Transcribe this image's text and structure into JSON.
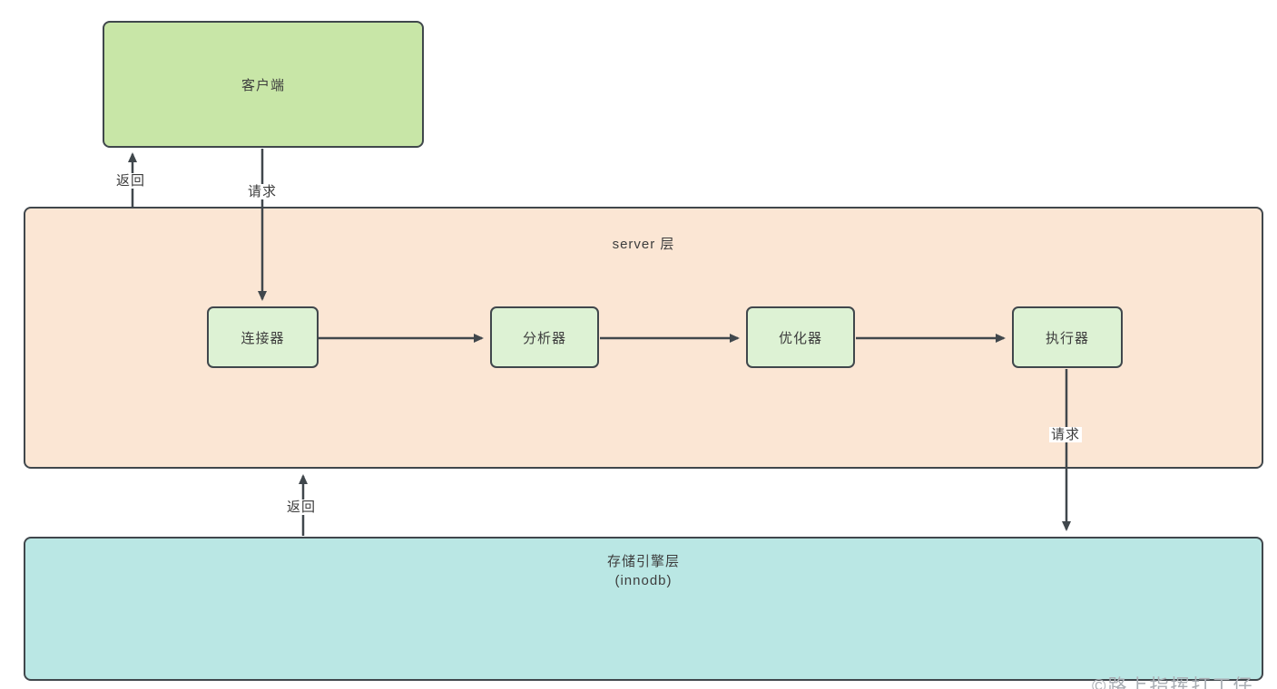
{
  "nodes": {
    "client": {
      "label": "客户端"
    },
    "server_layer": {
      "label": "server 层"
    },
    "connector": {
      "label": "连接器"
    },
    "analyzer": {
      "label": "分析器"
    },
    "optimizer": {
      "label": "优化器"
    },
    "executor": {
      "label": "执行器"
    },
    "storage_layer": {
      "line1": "存储引擎层",
      "line2": "(innodb)"
    }
  },
  "edge_labels": {
    "client_request": "请求",
    "client_return": "返回",
    "executor_request": "请求",
    "storage_return": "返回"
  },
  "watermark": "©路上指挥打工仔",
  "colors": {
    "client_fill": "#c8e6a7",
    "small_node_fill": "#ddf2d4",
    "server_fill": "#fbe6d4",
    "storage_fill": "#bae7e4",
    "border_and_arrow": "#40474c",
    "text": "#3d3d3d",
    "watermark": "#a9aeb4"
  },
  "diagram_flow": {
    "sequence": [
      "客户端",
      "连接器",
      "分析器",
      "优化器",
      "执行器",
      "存储引擎层 (innodb)"
    ],
    "layers": [
      "server 层",
      "存储引擎层 (innodb)"
    ]
  }
}
